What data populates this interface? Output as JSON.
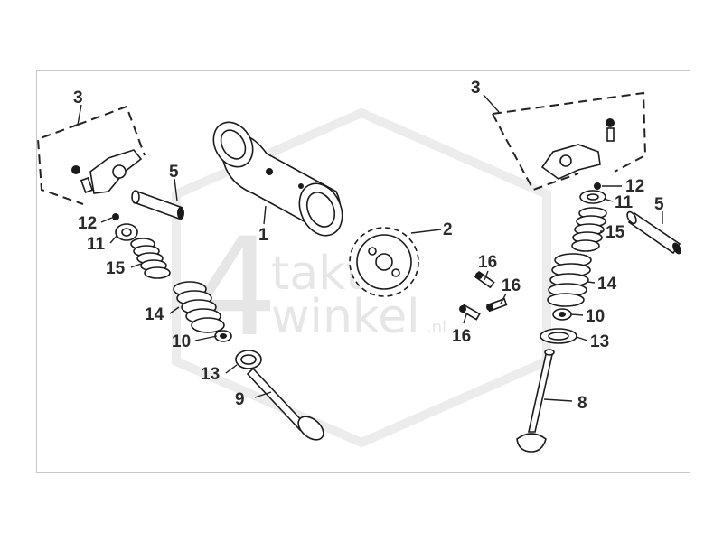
{
  "watermark": {
    "digit": "4",
    "line1": "takt",
    "line2": "winkel",
    "suffix": ".nl"
  },
  "callouts": [
    {
      "key": "c1",
      "text": "1"
    },
    {
      "key": "c2",
      "text": "2"
    },
    {
      "key": "c3L",
      "text": "3"
    },
    {
      "key": "c3R",
      "text": "3"
    },
    {
      "key": "c5L",
      "text": "5"
    },
    {
      "key": "c5R",
      "text": "5"
    },
    {
      "key": "c8",
      "text": "8"
    },
    {
      "key": "c9",
      "text": "9"
    },
    {
      "key": "c10L",
      "text": "10"
    },
    {
      "key": "c10R",
      "text": "10"
    },
    {
      "key": "c11L",
      "text": "11"
    },
    {
      "key": "c11R",
      "text": "11"
    },
    {
      "key": "c12L",
      "text": "12"
    },
    {
      "key": "c12R",
      "text": "12"
    },
    {
      "key": "c13L",
      "text": "13"
    },
    {
      "key": "c13R",
      "text": "13"
    },
    {
      "key": "c14L",
      "text": "14"
    },
    {
      "key": "c14R",
      "text": "14"
    },
    {
      "key": "c15L",
      "text": "15"
    },
    {
      "key": "c15R",
      "text": "15"
    },
    {
      "key": "c16a",
      "text": "16"
    },
    {
      "key": "c16b",
      "text": "16"
    },
    {
      "key": "c16c",
      "text": "16"
    }
  ]
}
